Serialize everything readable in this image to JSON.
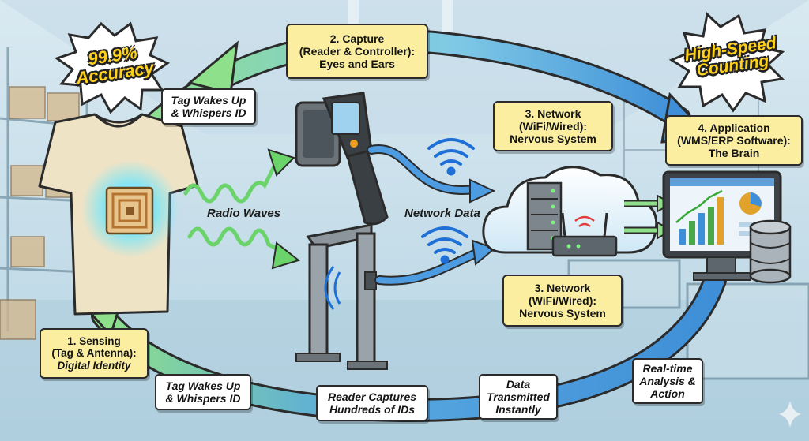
{
  "badges": {
    "accuracy": [
      "99.9%",
      "Accuracy"
    ],
    "speed": [
      "High-Speed",
      "Counting"
    ]
  },
  "steps": {
    "sensing": [
      "1. Sensing",
      "(Tag & Antenna):",
      "Digital Identity"
    ],
    "capture": [
      "2. Capture",
      "(Reader & Controller):",
      "Eyes and Ears"
    ],
    "network_top": [
      "3. Network",
      "(WiFi/Wired):",
      "Nervous System"
    ],
    "network_bottom": [
      "3. Network",
      "(WiFi/Wired):",
      "Nervous System"
    ],
    "application": [
      "4. Application",
      "(WMS/ERP Software):",
      "The Brain"
    ]
  },
  "flow_labels": {
    "tag_wakes_top": [
      "Tag Wakes Up",
      "& Whispers ID"
    ],
    "tag_wakes_bottom": [
      "Tag Wakes Up",
      "& Whispers ID"
    ],
    "reader_captures": [
      "Reader Captures",
      "Hundreds of IDs"
    ],
    "data_transmitted": [
      "Data",
      "Transmitted",
      "Instantly"
    ],
    "realtime": [
      "Real-time",
      "Analysis &",
      "Action"
    ]
  },
  "annotations": {
    "radio_waves": "Radio Waves",
    "network_data": "Network Data"
  },
  "icons": {
    "rfid_tag": "rfid-tag-icon",
    "tshirt": "tshirt-icon",
    "handheld_reader": "handheld-reader-icon",
    "portal_reader": "rfid-portal-icon",
    "wifi": "wifi-icon",
    "cloud_server": "cloud-server-icon",
    "router": "router-icon",
    "monitor": "monitor-dashboard-icon",
    "database": "database-icon",
    "sparkle": "sparkle-icon"
  },
  "colors": {
    "box_fill": "#fbeea0",
    "cycle_arrow_green": "#8fe08a",
    "cycle_arrow_blue": "#3f8fd8",
    "badge_yellow": "#ffd11a",
    "tag_glow": "#66e6ff"
  }
}
